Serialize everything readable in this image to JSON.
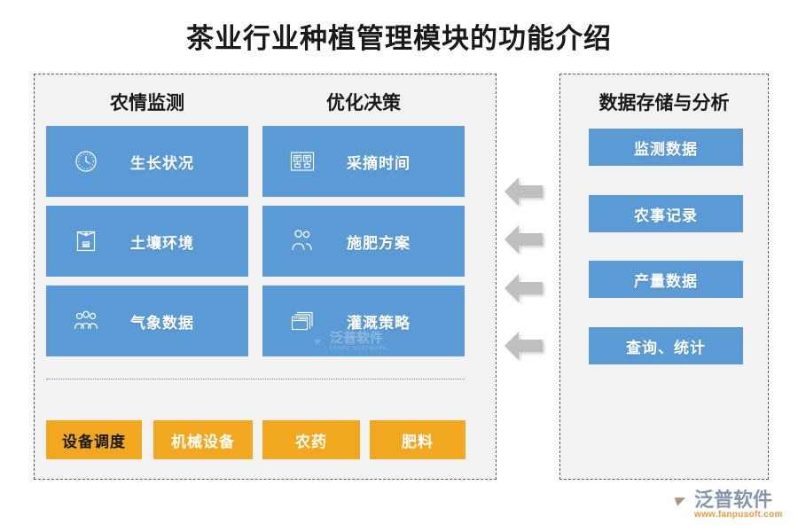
{
  "title": "茶业行业种植管理模块的功能介绍",
  "left_panel": {
    "columns": [
      {
        "heading": "农情监测",
        "cards": [
          {
            "label": "生长状况",
            "icon": "clock-icon"
          },
          {
            "label": "土壤环境",
            "icon": "envelope-icon"
          },
          {
            "label": "气象数据",
            "icon": "group-people-icon"
          }
        ]
      },
      {
        "heading": "优化决策",
        "cards": [
          {
            "label": "采摘时间",
            "icon": "org-chart-icon"
          },
          {
            "label": "施肥方案",
            "icon": "two-people-icon"
          },
          {
            "label": "灌溉策略",
            "icon": "stacked-windows-icon"
          }
        ]
      }
    ],
    "tags": [
      {
        "label": "设备调度",
        "text_color": "#1a1a1a"
      },
      {
        "label": "机械设备",
        "text_color": "#ffffff"
      },
      {
        "label": "农药",
        "text_color": "#ffffff"
      },
      {
        "label": "肥料",
        "text_color": "#ffffff"
      }
    ]
  },
  "right_panel": {
    "heading": "数据存储与分析",
    "items": [
      {
        "label": "监测数据"
      },
      {
        "label": "农事记录"
      },
      {
        "label": "产量数据"
      },
      {
        "label": "查询、统计"
      }
    ]
  },
  "arrows": [
    {
      "icon": "arrow-left-icon"
    },
    {
      "icon": "arrow-left-icon"
    },
    {
      "icon": "arrow-left-icon"
    },
    {
      "icon": "arrow-left-icon"
    }
  ],
  "watermark": {
    "name": "泛普软件",
    "sub": "FANPU SOFTWARE"
  },
  "brand": {
    "name": "泛普软件",
    "url": "www.fanpusoft.com"
  },
  "colors": {
    "accent_blue": "#5B9BD5",
    "accent_orange": "#F2A81E",
    "panel_bg": "#F2F2F2",
    "panel_border": "#595959",
    "arrow_gray": "#BFBFBF",
    "logo_blue": "#8496B0",
    "logo_orange": "#ED9A3A"
  }
}
